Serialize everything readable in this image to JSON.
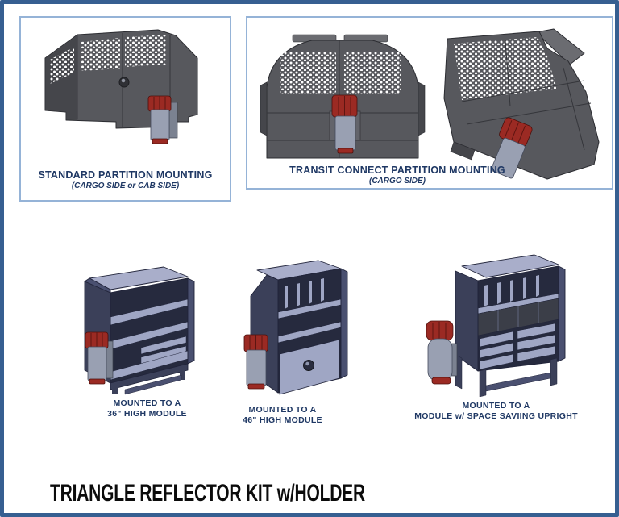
{
  "page": {
    "title": "TRIANGLE REFLECTOR KIT w/HOLDER"
  },
  "partition_boxes": {
    "standard": {
      "caption": "STANDARD PARTITION MOUNTING",
      "subcaption": "(CARGO SIDE or CAB SIDE)"
    },
    "transit": {
      "caption": "TRANSIT CONNECT PARTITION MOUNTING",
      "subcaption": "(CARGO SIDE)"
    }
  },
  "module_captions": [
    {
      "line1": "MOUNTED TO A",
      "line2": "36\" HIGH MODULE"
    },
    {
      "line1": "MOUNTED TO A",
      "line2": "46\" HIGH MODULE"
    },
    {
      "line1": "MOUNTED TO A",
      "line2": "MODULE w/ SPACE SAVIING UPRIGHT"
    }
  ],
  "illustrations": {
    "standard_partition": "standard-partition-with-reflector-holder",
    "transit_front": "transit-connect-partition-front-view",
    "transit_angled": "transit-connect-partition-angled-view",
    "module_36": "36-inch-high-module-with-reflector-holder",
    "module_46": "46-inch-high-module-with-reflector-holder",
    "module_upright": "module-with-space-saving-upright-and-reflector-holder"
  },
  "colors": {
    "page_border": "#365F91",
    "box_border": "#95B3D7",
    "caption_text": "#1F3864",
    "title_text": "#0B0B0B",
    "partition_gray": "#57585D",
    "holder_red": "#9B2A23",
    "holder_gray": "#99A0B2",
    "module_panel": "#9FA6C4",
    "module_dark": "#3B4059"
  }
}
